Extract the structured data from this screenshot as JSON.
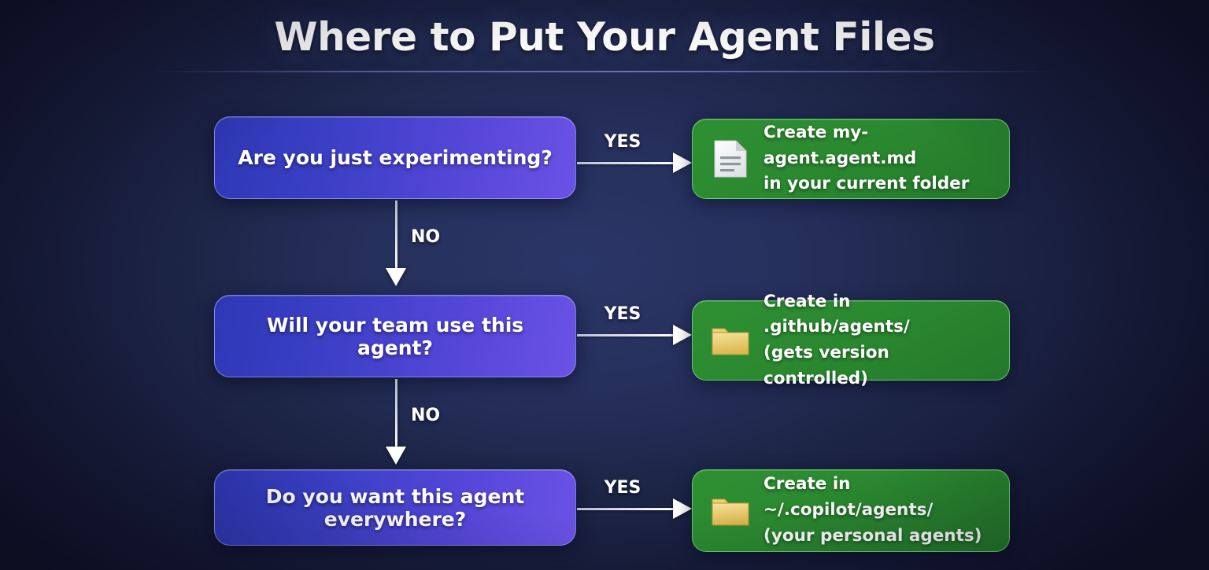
{
  "title": "Where to Put Your Agent Files",
  "colors": {
    "background_dark": "#121530",
    "background_center": "#2b3668",
    "decision_start": "#2e38b6",
    "decision_end": "#6b52e6",
    "outcome_green": "#2f8f33",
    "text_white": "#ffffff",
    "folder_yellow": "#e8c864"
  },
  "flow": {
    "steps": [
      {
        "question": "Are you just experimenting?",
        "yes_label": "YES",
        "no_label": "NO",
        "outcome": {
          "icon": "document-icon",
          "line1": "Create my-agent.agent.md",
          "line2": "in your current folder"
        }
      },
      {
        "question": "Will your team use this agent?",
        "yes_label": "YES",
        "no_label": "NO",
        "outcome": {
          "icon": "folder-icon",
          "line1": "Create in .github/agents/",
          "line2": "(gets version controlled)"
        }
      },
      {
        "question": "Do you want this agent everywhere?",
        "yes_label": "YES",
        "no_label": "",
        "outcome": {
          "icon": "folder-icon",
          "line1": "Create in ~/.copilot/agents/",
          "line2": "(your personal agents)"
        }
      }
    ]
  }
}
